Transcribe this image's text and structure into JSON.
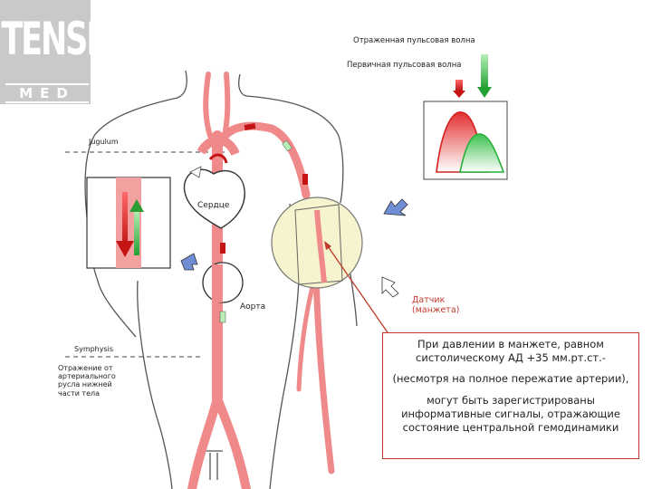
{
  "logo": {
    "main": "TENSIO",
    "sub": "MED"
  },
  "labels": {
    "reflected_wave": "Отраженная пульсовая волна",
    "primary_wave": "Первичная пульсовая волна",
    "jugulum": "Jugulum",
    "heart": "Сердце",
    "aorta": "Аорта",
    "symphysis": "Symphysis",
    "reflection": "Отражение от артериального русла нижней части тела",
    "sensor_line1": "Датчик",
    "sensor_line2": "(манжета)"
  },
  "note": {
    "p1": "При давлении в манжете, равном систолическому АД +35 мм.рт.ст.-",
    "p2": "(несмотря на полное пережатие артерии),",
    "p3": "могут быть зарегистрированы информативные сигналы, отражающие состояние центральной гемодинамики"
  },
  "colors": {
    "artery": "#f08a8a",
    "reflected_red": "#d62020",
    "primary_green": "#27b03a",
    "cuff": "#f6f3cf",
    "blue_arrow": "#6f8ed6",
    "note_border": "#c0392b"
  }
}
